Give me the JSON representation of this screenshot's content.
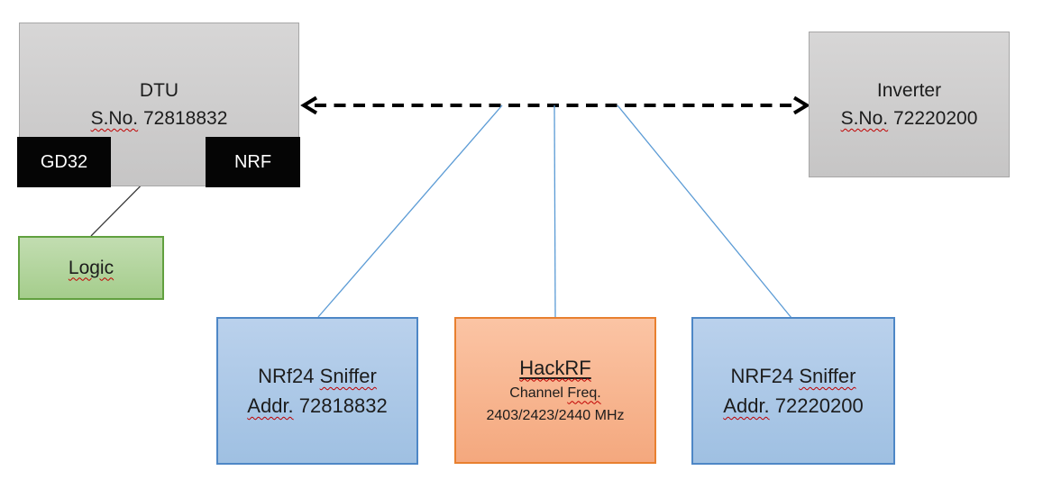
{
  "diagram": {
    "dtu": {
      "title": "DTU",
      "serial_label": "S.No.",
      "serial_value": "72818832"
    },
    "gd32": {
      "label": "GD32"
    },
    "nrf": {
      "label": "NRF"
    },
    "logic": {
      "label": "Logic"
    },
    "inverter": {
      "title": "Inverter",
      "serial_label": "S.No.",
      "serial_value": "72220200"
    },
    "sniffer_left": {
      "name_prefix": "NRf24",
      "name_word": "Sniffer",
      "addr_label": "Addr.",
      "addr_value": "72818832"
    },
    "hackrf": {
      "title": "HackRF",
      "freq_prefix": "Channel",
      "freq_label": "Freq.",
      "freq_values": "2403/2423/2440 MHz"
    },
    "sniffer_right": {
      "name_prefix": "NRF24",
      "name_word": "Sniffer",
      "addr_label": "Addr.",
      "addr_value": "72220200"
    },
    "colors": {
      "gray_box_fill": "#cfcfcf",
      "gray_box_border": "#a7a7a7",
      "black_box_fill": "#050505",
      "green_box_fill": "#aed194",
      "green_box_border": "#61a03f",
      "blue_box_fill": "#abc7e6",
      "blue_box_border": "#4e87c6",
      "orange_box_fill": "#f7b18c",
      "orange_box_border": "#e8802f",
      "connector_blue": "#5b9bd5",
      "arrow_black": "#000000",
      "spellcheck_red": "#c00000"
    }
  }
}
